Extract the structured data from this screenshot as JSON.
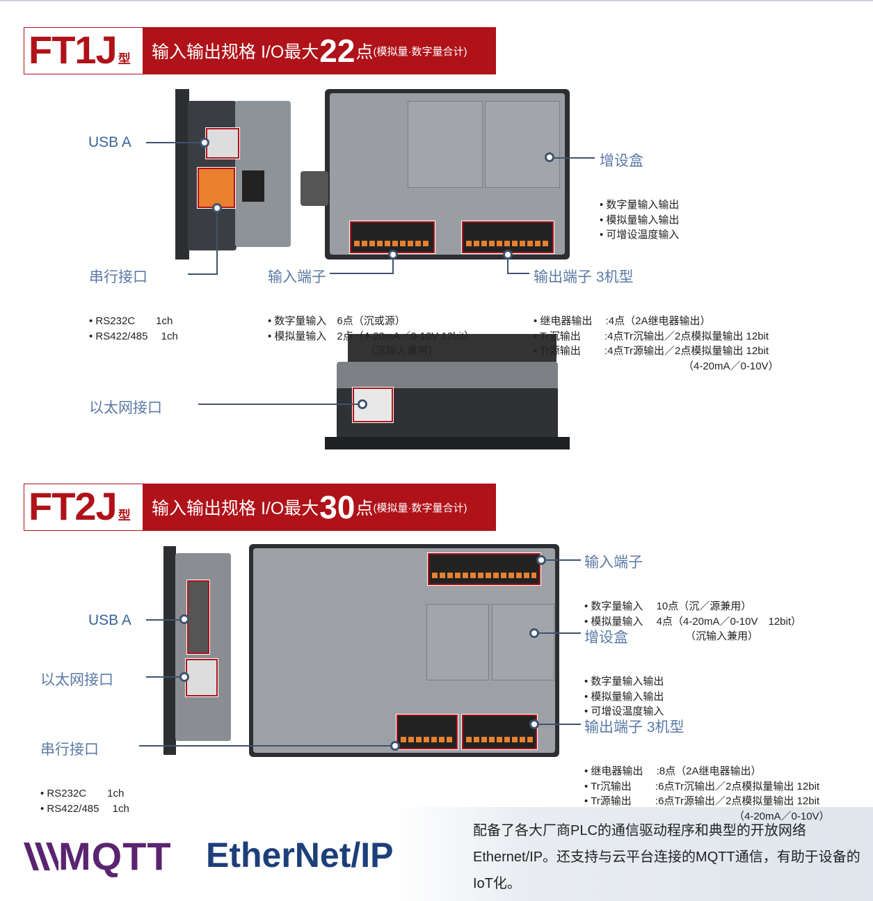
{
  "ft1j": {
    "model": "FT1J",
    "type_suffix": "型",
    "spec_prefix": "输入输出规格 I/O最大",
    "points": "22",
    "points_unit": "点",
    "spec_note": "(模拟量·数字量合计)",
    "usb_label": "USB A",
    "serial": {
      "title": "串行接口",
      "items": [
        "RS232C　　1ch",
        "RS422/485　 1ch"
      ]
    },
    "input": {
      "title": "输入端子",
      "items": [
        "数字量输入　6点（沉或源）",
        "模拟量输入　2点（4-20mA／0-10V 12bit）"
      ],
      "cont": "（沉输入兼用）"
    },
    "expansion": {
      "title": "增设盒",
      "items": [
        "数字量输入输出",
        "模拟量输入输出",
        "可增设温度输入"
      ]
    },
    "output": {
      "title": "输出端子 3机型",
      "items": [
        "继电器输出　 :4点（2A继电器输出）",
        "Tr沉输出　　 :4点Tr沉输出／2点模拟量输出 12bit",
        "Tr源输出　　 :4点Tr源输出／2点模拟量输出 12bit"
      ],
      "cont": "（4-20mA／0-10V）"
    },
    "ethernet_label": "以太网接口"
  },
  "ft2j": {
    "model": "FT2J",
    "type_suffix": "型",
    "spec_prefix": "输入输出规格 I/O最大",
    "points": "30",
    "points_unit": "点",
    "spec_note": "(模拟量·数字量合计)",
    "usb_label": "USB A",
    "ethernet_label": "以太网接口",
    "serial": {
      "title": "串行接口",
      "items": [
        "RS232C　　1ch",
        "RS422/485　 1ch"
      ]
    },
    "input": {
      "title": "输入端子",
      "items": [
        "数字量输入　 10点（沉／源兼用）",
        "模拟量输入　 4点（4-20mA／0-10V　12bit）"
      ],
      "cont": "（沉输入兼用）"
    },
    "expansion": {
      "title": "增设盒",
      "items": [
        "数字量输入输出",
        "模拟量输入输出",
        "可增设温度输入"
      ]
    },
    "output": {
      "title": "输出端子 3机型",
      "items": [
        "继电器输出　 :8点（2A继电器输出）",
        "Tr沉输出　　 :6点Tr沉输出／2点模拟量输出 12bit",
        "Tr源输出　　 :6点Tr源输出／2点模拟量输出 12bit"
      ],
      "cont": "（4-20mA／0-10V）"
    }
  },
  "logos": {
    "mqtt": "MQTT",
    "ethernetip": "EtherNet/IP"
  },
  "banner_text": "配备了各大厂商PLC的通信驱动程序和典型的开放网络Ethernet/IP。还支持与云平台连接的MQTT通信，有助于设备的IoT化。",
  "colors": {
    "brand_red": "#b01219",
    "label_blue": "#3b639b",
    "mqtt_purple": "#5a2470",
    "enip_blue": "#1d3f7a"
  }
}
